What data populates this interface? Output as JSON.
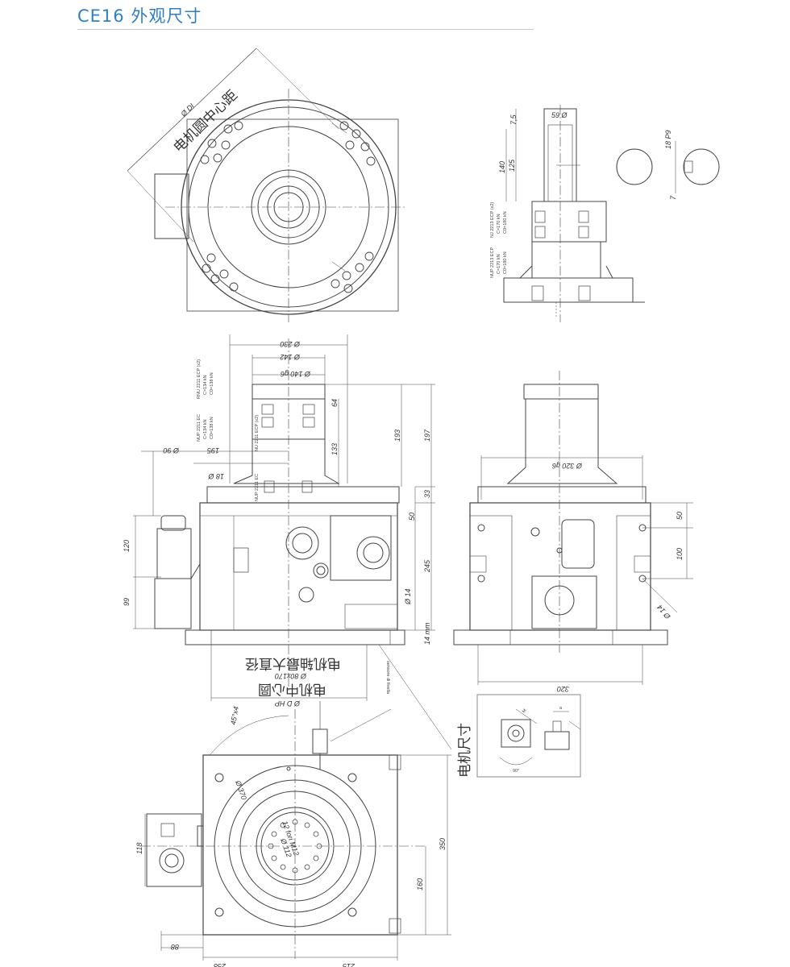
{
  "header": {
    "title": "CE16 外观尺寸"
  },
  "labels": {
    "motor_center_distance": "电机圆中心距",
    "motor_center_circle": "电机中心圆",
    "motor_shaft_max_dia": "电机轴最大直径",
    "motor_size": "电机尺寸",
    "sensore": "sensore di fivella"
  },
  "dimensions": {
    "top_di": "Ø DI",
    "top_59": "59 Ø",
    "top_75": "7,5",
    "top_140": "140",
    "top_125": "125",
    "top_18p9": "18 P9",
    "top_7": "7",
    "front_230": "Ø 230",
    "front_142": "Ø 142",
    "front_140": "Ø 140 g6",
    "front_90": "Ø 90",
    "front_195": "195",
    "front_18": "18 Ø",
    "front_64": "64",
    "front_133": "133",
    "front_193": "193",
    "front_197": "197",
    "front_33": "33",
    "front_50": "50",
    "front_245": "245",
    "front_14": "Ø 14",
    "front_120": "120",
    "front_99": "99",
    "front_14mm": "14 mm",
    "front_80x170": "Ø 80x170",
    "front_hp": "Ø D HP",
    "side_320g6": "Ø 320 g6",
    "side_50": "50",
    "side_100": "100",
    "side_14": "Ø 14",
    "side_320": "320",
    "plan_45x4": "45°x4",
    "plan_370": "Ø 370",
    "plan_12": "12 fori M12",
    "plan_112": "Ø 112",
    "plan_350": "350",
    "plan_160": "160",
    "plan_118": "118",
    "plan_88": "88",
    "plan_258": "258",
    "plan_215": "215",
    "detail_m": "M",
    "detail_90": "90°",
    "detail_a": "a"
  },
  "bearings": {
    "rnu_2211": "RNU 2211 ECP (x2)",
    "rnu_c": "C=134 kN",
    "rnu_c0": "C0=138 kN",
    "nup_2211": "NUP 2211 EC",
    "nup_c": "C=134 kN",
    "nup_c0": "C0=138 kN",
    "nu_2211": "NU 2211 ECP (x2)",
    "nup_2211b": "NUP 2211 EC",
    "nj_2213": "NJ 2213 ECP (x2)",
    "nj_c": "C=170 kN",
    "nj_c0": "C0=180 kN",
    "nup_2213": "NUP 2213 ECP",
    "nup2213_c": "C=170 kN",
    "nup2213_c0": "C0=180 kN"
  }
}
